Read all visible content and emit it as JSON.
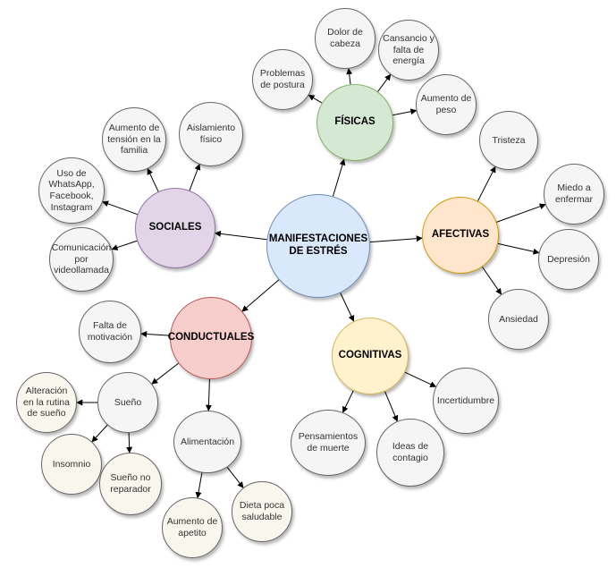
{
  "central": {
    "label": "MANIFESTACIONES DE ESTRÉS",
    "color": "#dae8fc"
  },
  "fisicas": {
    "label": "FÍSICAS",
    "color": "#d5e8d4",
    "items": [
      "Problemas de postura",
      "Dolor de cabeza",
      "Cansancio y falta de energía",
      "Aumento de peso"
    ]
  },
  "afectivas": {
    "label": "AFECTIVAS",
    "color": "#ffe6cc",
    "items": [
      "Tristeza",
      "Miedo a enfermar",
      "Depresión",
      "Ansiedad"
    ]
  },
  "cognitivas": {
    "label": "COGNITIVAS",
    "color": "#fff2cc",
    "items": [
      "Incertidumbre",
      "Ideas de contagio",
      "Pensamientos de muerte"
    ]
  },
  "conductuales": {
    "label": "CONDUCTUALES",
    "color": "#f8cecc",
    "items": [
      "Falta de motivación",
      "Sueño",
      "Alimentación"
    ],
    "sueno": [
      "Alteración en la rutina de sueño",
      "Insomnio",
      "Sueño no reparador"
    ],
    "alimentacion": [
      "Aumento de apetito",
      "Dieta poca saludable"
    ]
  },
  "sociales": {
    "label": "SOCIALES",
    "color": "#e1d5e7",
    "items": [
      "Aumento de tensión en la familia",
      "Aislamiento físico",
      "Uso de WhatsApp, Facebook, Instagram",
      "Comunicación por videollamada"
    ]
  }
}
